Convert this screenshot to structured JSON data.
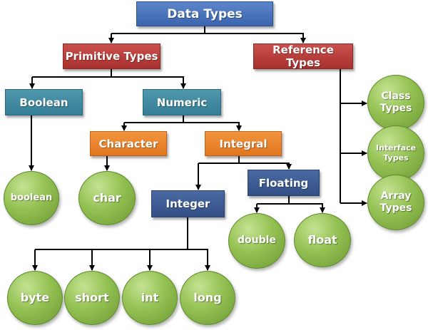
{
  "title": "Data Types",
  "nodes": {
    "primitive": "Primitive Types",
    "reference": "Reference Types",
    "boolean": "Boolean",
    "numeric": "Numeric",
    "character": "Character",
    "integral": "Integral",
    "floating": "Floating",
    "integer": "Integer"
  },
  "leaves": {
    "boolean": "boolean",
    "char": "char",
    "double": "double",
    "float": "float",
    "byte": "byte",
    "short": "short",
    "int": "int",
    "long": "long",
    "class_types": "Class Types",
    "interface_types": "Interface Types",
    "array_types": "Array Types"
  },
  "colors": {
    "root": "#3a64ad",
    "level1": "#a8302d",
    "level2": "#347e95",
    "level3": "#e0771f",
    "level4": "#334f86",
    "leaf": "#8bbb4a",
    "wire": "#000000"
  }
}
